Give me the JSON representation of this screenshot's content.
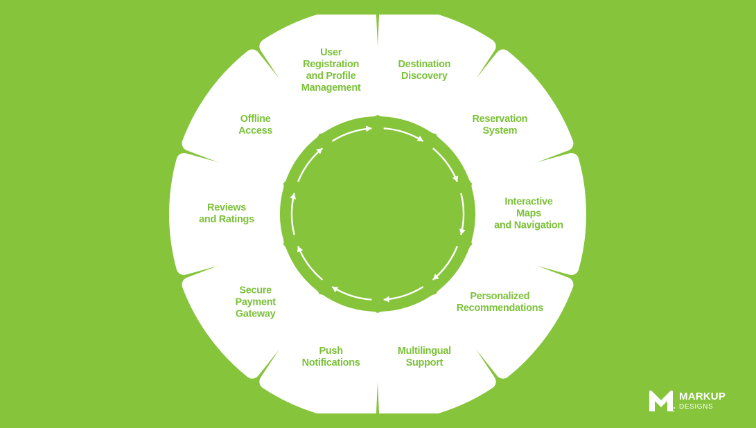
{
  "colors": {
    "background": "#86c43c",
    "segment_fill": "#ffffff",
    "segment_text": "#7cc13a",
    "arrow": "#ffffff"
  },
  "segments": [
    {
      "label": "Destination\nDiscovery"
    },
    {
      "label": "Reservation\nSystem"
    },
    {
      "label": "Interactive\nMaps\nand Navigation"
    },
    {
      "label": "Personalized\nRecommendations"
    },
    {
      "label": "Multilingual\nSupport"
    },
    {
      "label": "Push\nNotifications"
    },
    {
      "label": "Secure\nPayment\nGateway"
    },
    {
      "label": "Reviews\nand Ratings"
    },
    {
      "label": "Offline\nAccess"
    },
    {
      "label": "User\nRegistration\nand Profile\nManagement"
    }
  ],
  "logo": {
    "name": "MARKUP",
    "tagline": "DESIGNS",
    "icon": "markup-m-logo-icon"
  }
}
